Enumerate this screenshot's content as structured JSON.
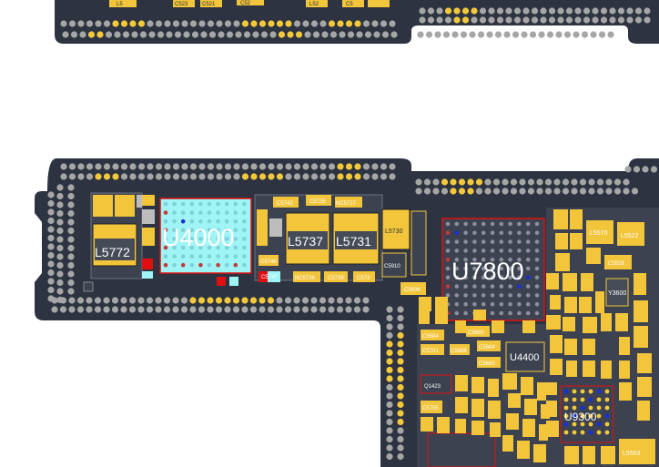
{
  "colors": {
    "background": "#ffffff",
    "board": "#2d3340",
    "pad_gray": "#a6a6a6",
    "pad_yellow": "#f3c93c",
    "component_fill": "#f2c53b",
    "component_body": "#454b57",
    "bga_cyan": "#9ff5f5",
    "bga_dark": "#3c4250",
    "highlight_red": "#e01010",
    "ball_blue": "#1a2fd6"
  },
  "top_strip": {
    "labels": [
      "L5",
      "C523",
      "C521",
      "C52",
      "L52",
      "C5"
    ]
  },
  "components": {
    "u4000": {
      "label": "U4000"
    },
    "u7800": {
      "label": "U7800"
    },
    "l5772": {
      "label": "L5772"
    },
    "l5737": {
      "label": "L5737"
    },
    "l5731": {
      "label": "L5731"
    },
    "l5730": {
      "label": "L5730"
    },
    "u4400": {
      "label": "U4400"
    },
    "u9300": {
      "label": "U9300"
    },
    "l5570": {
      "label": "L5570"
    },
    "l5522": {
      "label": "L5522"
    },
    "l5553": {
      "label": "L5553"
    },
    "y3600": {
      "label": "Y3600"
    },
    "c5528": {
      "label": "C5528"
    },
    "small": {
      "c5742": "C5742",
      "c5735": "C5735",
      "nc5727": "NC5727",
      "c5746": "C5746",
      "c5747": "C5747",
      "nc5736": "NC5736",
      "c5739": "C5739",
      "c5733": "C573",
      "c5696": "C5696",
      "c5910": "C5910",
      "c5684": "C5684",
      "c5685": "C5685",
      "c5701": "C5701",
      "c5686": "C5686",
      "c5664": "C5664",
      "c5665": "C5665",
      "q1423": "Q1423",
      "c5705": "C5705"
    }
  }
}
